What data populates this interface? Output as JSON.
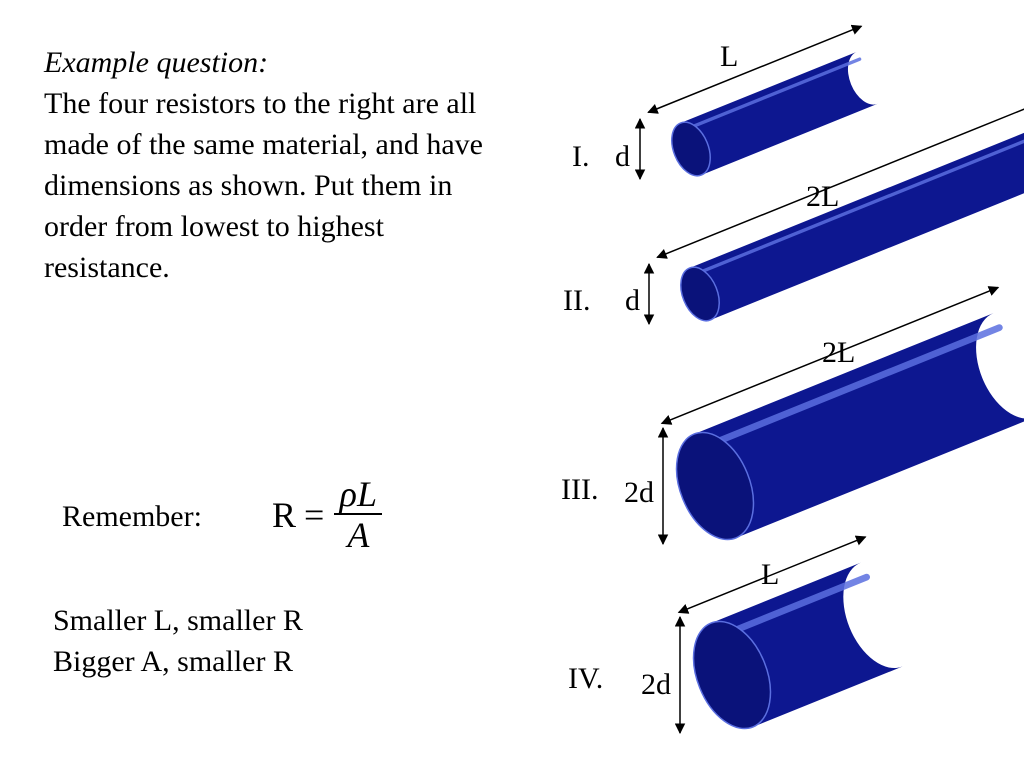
{
  "question": {
    "heading": "Example question:",
    "body": "The four resistors to the right are all made of the same material, and have dimensions as shown. Put them in order from lowest to highest resistance."
  },
  "remember": {
    "label": "Remember:",
    "formula_lhs": "R",
    "formula_eq": "=",
    "formula_numerator": "ρL",
    "formula_denominator": "A"
  },
  "rules": [
    "Smaller L, smaller R",
    "Bigger A, smaller R"
  ],
  "resistors": [
    {
      "numeral": "I.",
      "length_label": "L",
      "diameter_label": "d",
      "relative_length": 1,
      "relative_diameter": 1
    },
    {
      "numeral": "II.",
      "length_label": "2L",
      "diameter_label": "d",
      "relative_length": 2,
      "relative_diameter": 1
    },
    {
      "numeral": "III.",
      "length_label": "2L",
      "diameter_label": "2d",
      "relative_length": 2,
      "relative_diameter": 2
    },
    {
      "numeral": "IV.",
      "length_label": "L",
      "diameter_label": "2d",
      "relative_length": 1,
      "relative_diameter": 2
    }
  ],
  "colors": {
    "cylinder_body": "#0d1790",
    "cylinder_end": "#0a127a",
    "cylinder_highlight": "#5b6fe0"
  }
}
